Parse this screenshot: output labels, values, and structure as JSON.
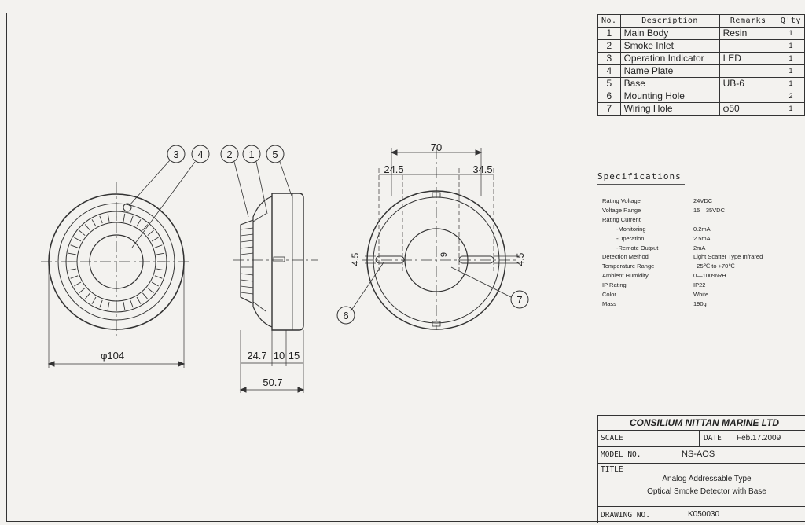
{
  "parts_table": {
    "headers": [
      "No.",
      "Description",
      "Remarks",
      "Q'ty"
    ],
    "rows": [
      {
        "no": "1",
        "description": "Main Body",
        "remarks": "Resin",
        "qty": "1"
      },
      {
        "no": "2",
        "description": "Smoke Inlet",
        "remarks": "",
        "qty": "1"
      },
      {
        "no": "3",
        "description": "Operation Indicator",
        "remarks": "LED",
        "qty": "1"
      },
      {
        "no": "4",
        "description": "Name Plate",
        "remarks": "",
        "qty": "1"
      },
      {
        "no": "5",
        "description": "Base",
        "remarks": "UB-6",
        "qty": "1"
      },
      {
        "no": "6",
        "description": "Mounting Hole",
        "remarks": "",
        "qty": "2"
      },
      {
        "no": "7",
        "description": "Wiring Hole",
        "remarks": "φ50",
        "qty": "1"
      }
    ]
  },
  "specifications": {
    "title": "Specifications",
    "items": [
      {
        "label": "Rating Voltage",
        "value": "24VDC",
        "sub": false
      },
      {
        "label": "Voltage Range",
        "value": "15—35VDC",
        "sub": false
      },
      {
        "label": "Rating Current",
        "value": "",
        "sub": false
      },
      {
        "label": "-Monitoring",
        "value": "0.2mA",
        "sub": true
      },
      {
        "label": "-Operation",
        "value": "2.5mA",
        "sub": true
      },
      {
        "label": "-Remote Output",
        "value": "2mA",
        "sub": true
      },
      {
        "label": "Detection Method",
        "value": "Light Scatter Type Infrared",
        "sub": false
      },
      {
        "label": "Temperature Range",
        "value": "−25℃ to +70℃",
        "sub": false
      },
      {
        "label": "Ambient Humidity",
        "value": "0—100%RH",
        "sub": false
      },
      {
        "label": "IP Rating",
        "value": "IP22",
        "sub": false
      },
      {
        "label": "Color",
        "value": "White",
        "sub": false
      },
      {
        "label": "Mass",
        "value": "190g",
        "sub": false
      }
    ]
  },
  "title_block": {
    "company": "CONSILIUM NITTAN MARINE LTD",
    "scale_label": "SCALE",
    "date_label": "DATE",
    "date": "Feb.17.2009",
    "model_label": "MODEL NO.",
    "model": "NS-AOS",
    "title_label": "TITLE",
    "title_line1": "Analog Addressable Type",
    "title_line2": "Optical Smoke Detector with Base",
    "drawing_label": "DRAWING NO.",
    "drawing_no": "K050030"
  },
  "drawing": {
    "front_view": {
      "diameter_label": "φ104",
      "callouts": [
        "3",
        "4"
      ]
    },
    "side_view": {
      "dims": [
        "24.7",
        "10",
        "15",
        "50.7"
      ],
      "callouts": [
        "2",
        "1",
        "5"
      ]
    },
    "bottom_view": {
      "dims": [
        "70",
        "24.5",
        "34.5",
        "4.5",
        "4.5",
        "9"
      ],
      "callouts": [
        "6",
        "7"
      ]
    }
  }
}
